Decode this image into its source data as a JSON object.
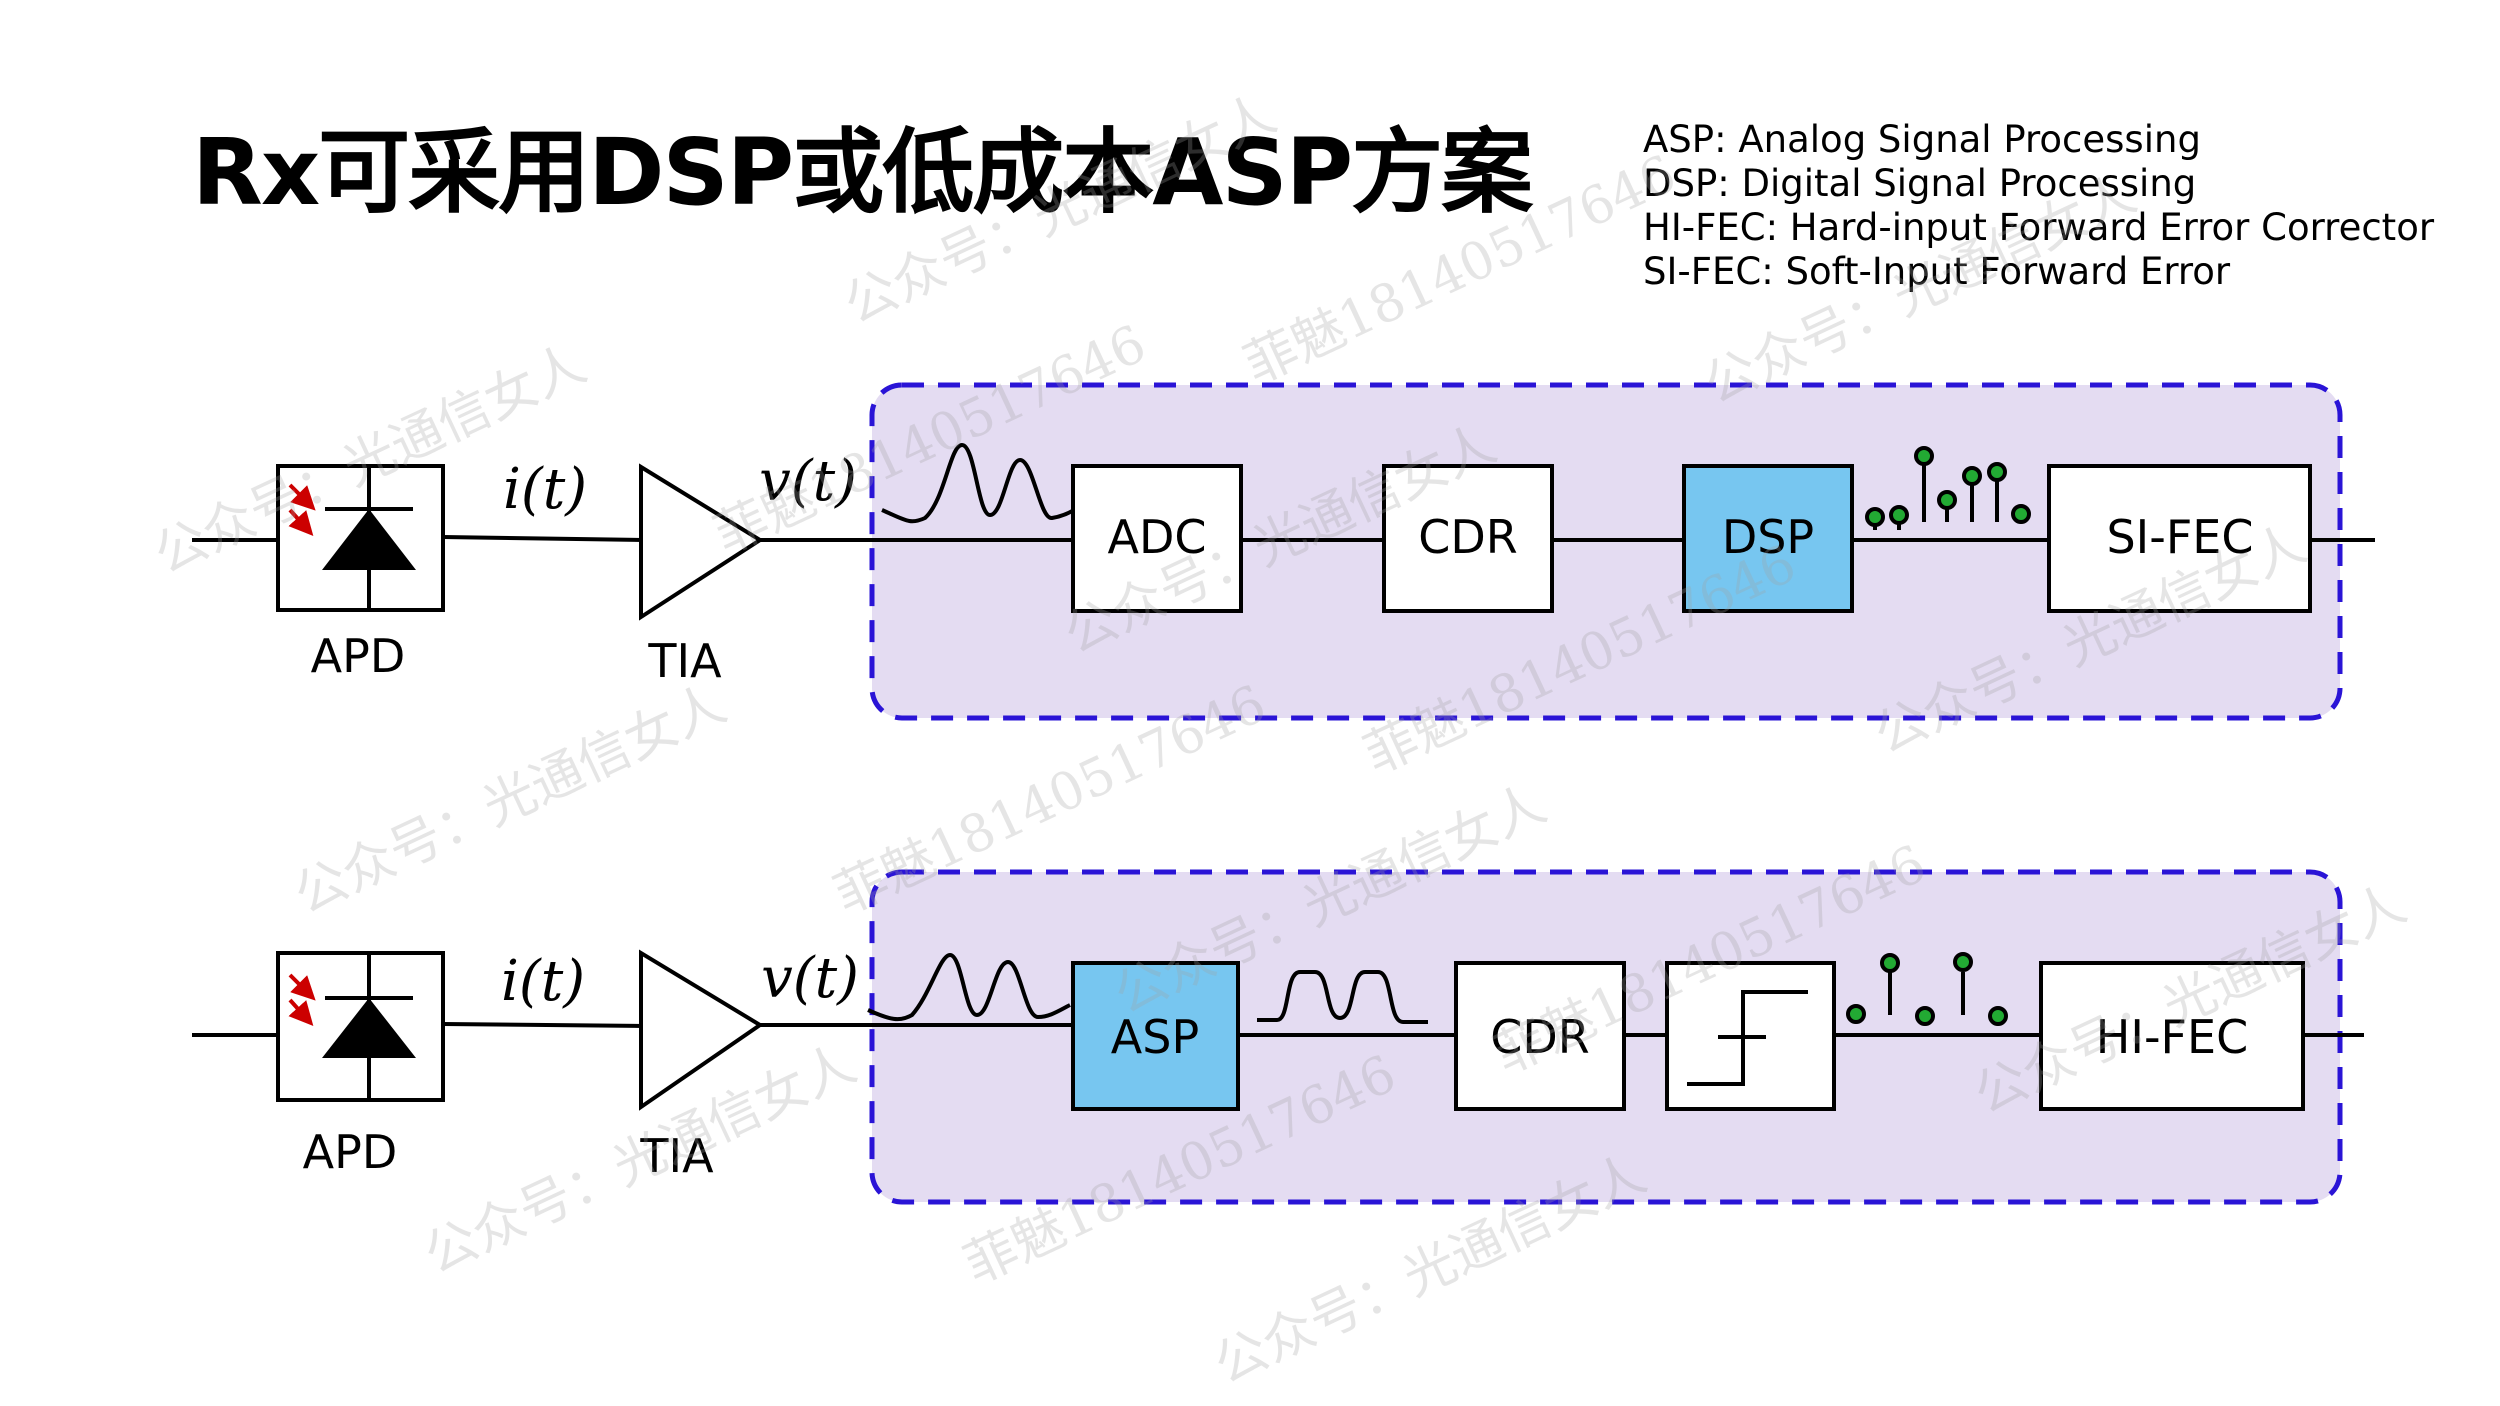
{
  "title": "Rx可采用DSP或低成本ASP方案",
  "legend": [
    "ASP: Analog Signal Processing",
    "DSP: Digital Signal Processing",
    "HI-FEC: Hard-input Forward Error Corrector",
    "SI-FEC: Soft-Input Forward Error"
  ],
  "colors": {
    "panel_fill": "#e4dcf2",
    "panel_border": "#2a14d6",
    "highlight_block": "#77c6f0",
    "sample_dot": "#22aa33",
    "photon_arrow": "#cc0000"
  },
  "rows": [
    {
      "id": "dsp-chain",
      "apd_label": "APD",
      "current_label": "i(t)",
      "tia_label": "TIA",
      "voltage_label": "v(t)",
      "blocks": [
        "ADC",
        "CDR",
        "DSP",
        "SI-FEC"
      ],
      "highlighted": "DSP"
    },
    {
      "id": "asp-chain",
      "apd_label": "APD",
      "current_label": "i(t)",
      "tia_label": "TIA",
      "voltage_label": "v(t)",
      "blocks": [
        "ASP",
        "CDR",
        "slicer",
        "HI-FEC"
      ],
      "highlighted": "ASP"
    }
  ],
  "watermarks": [
    "公众号：光通信女人",
    "菲魅18140517646"
  ]
}
